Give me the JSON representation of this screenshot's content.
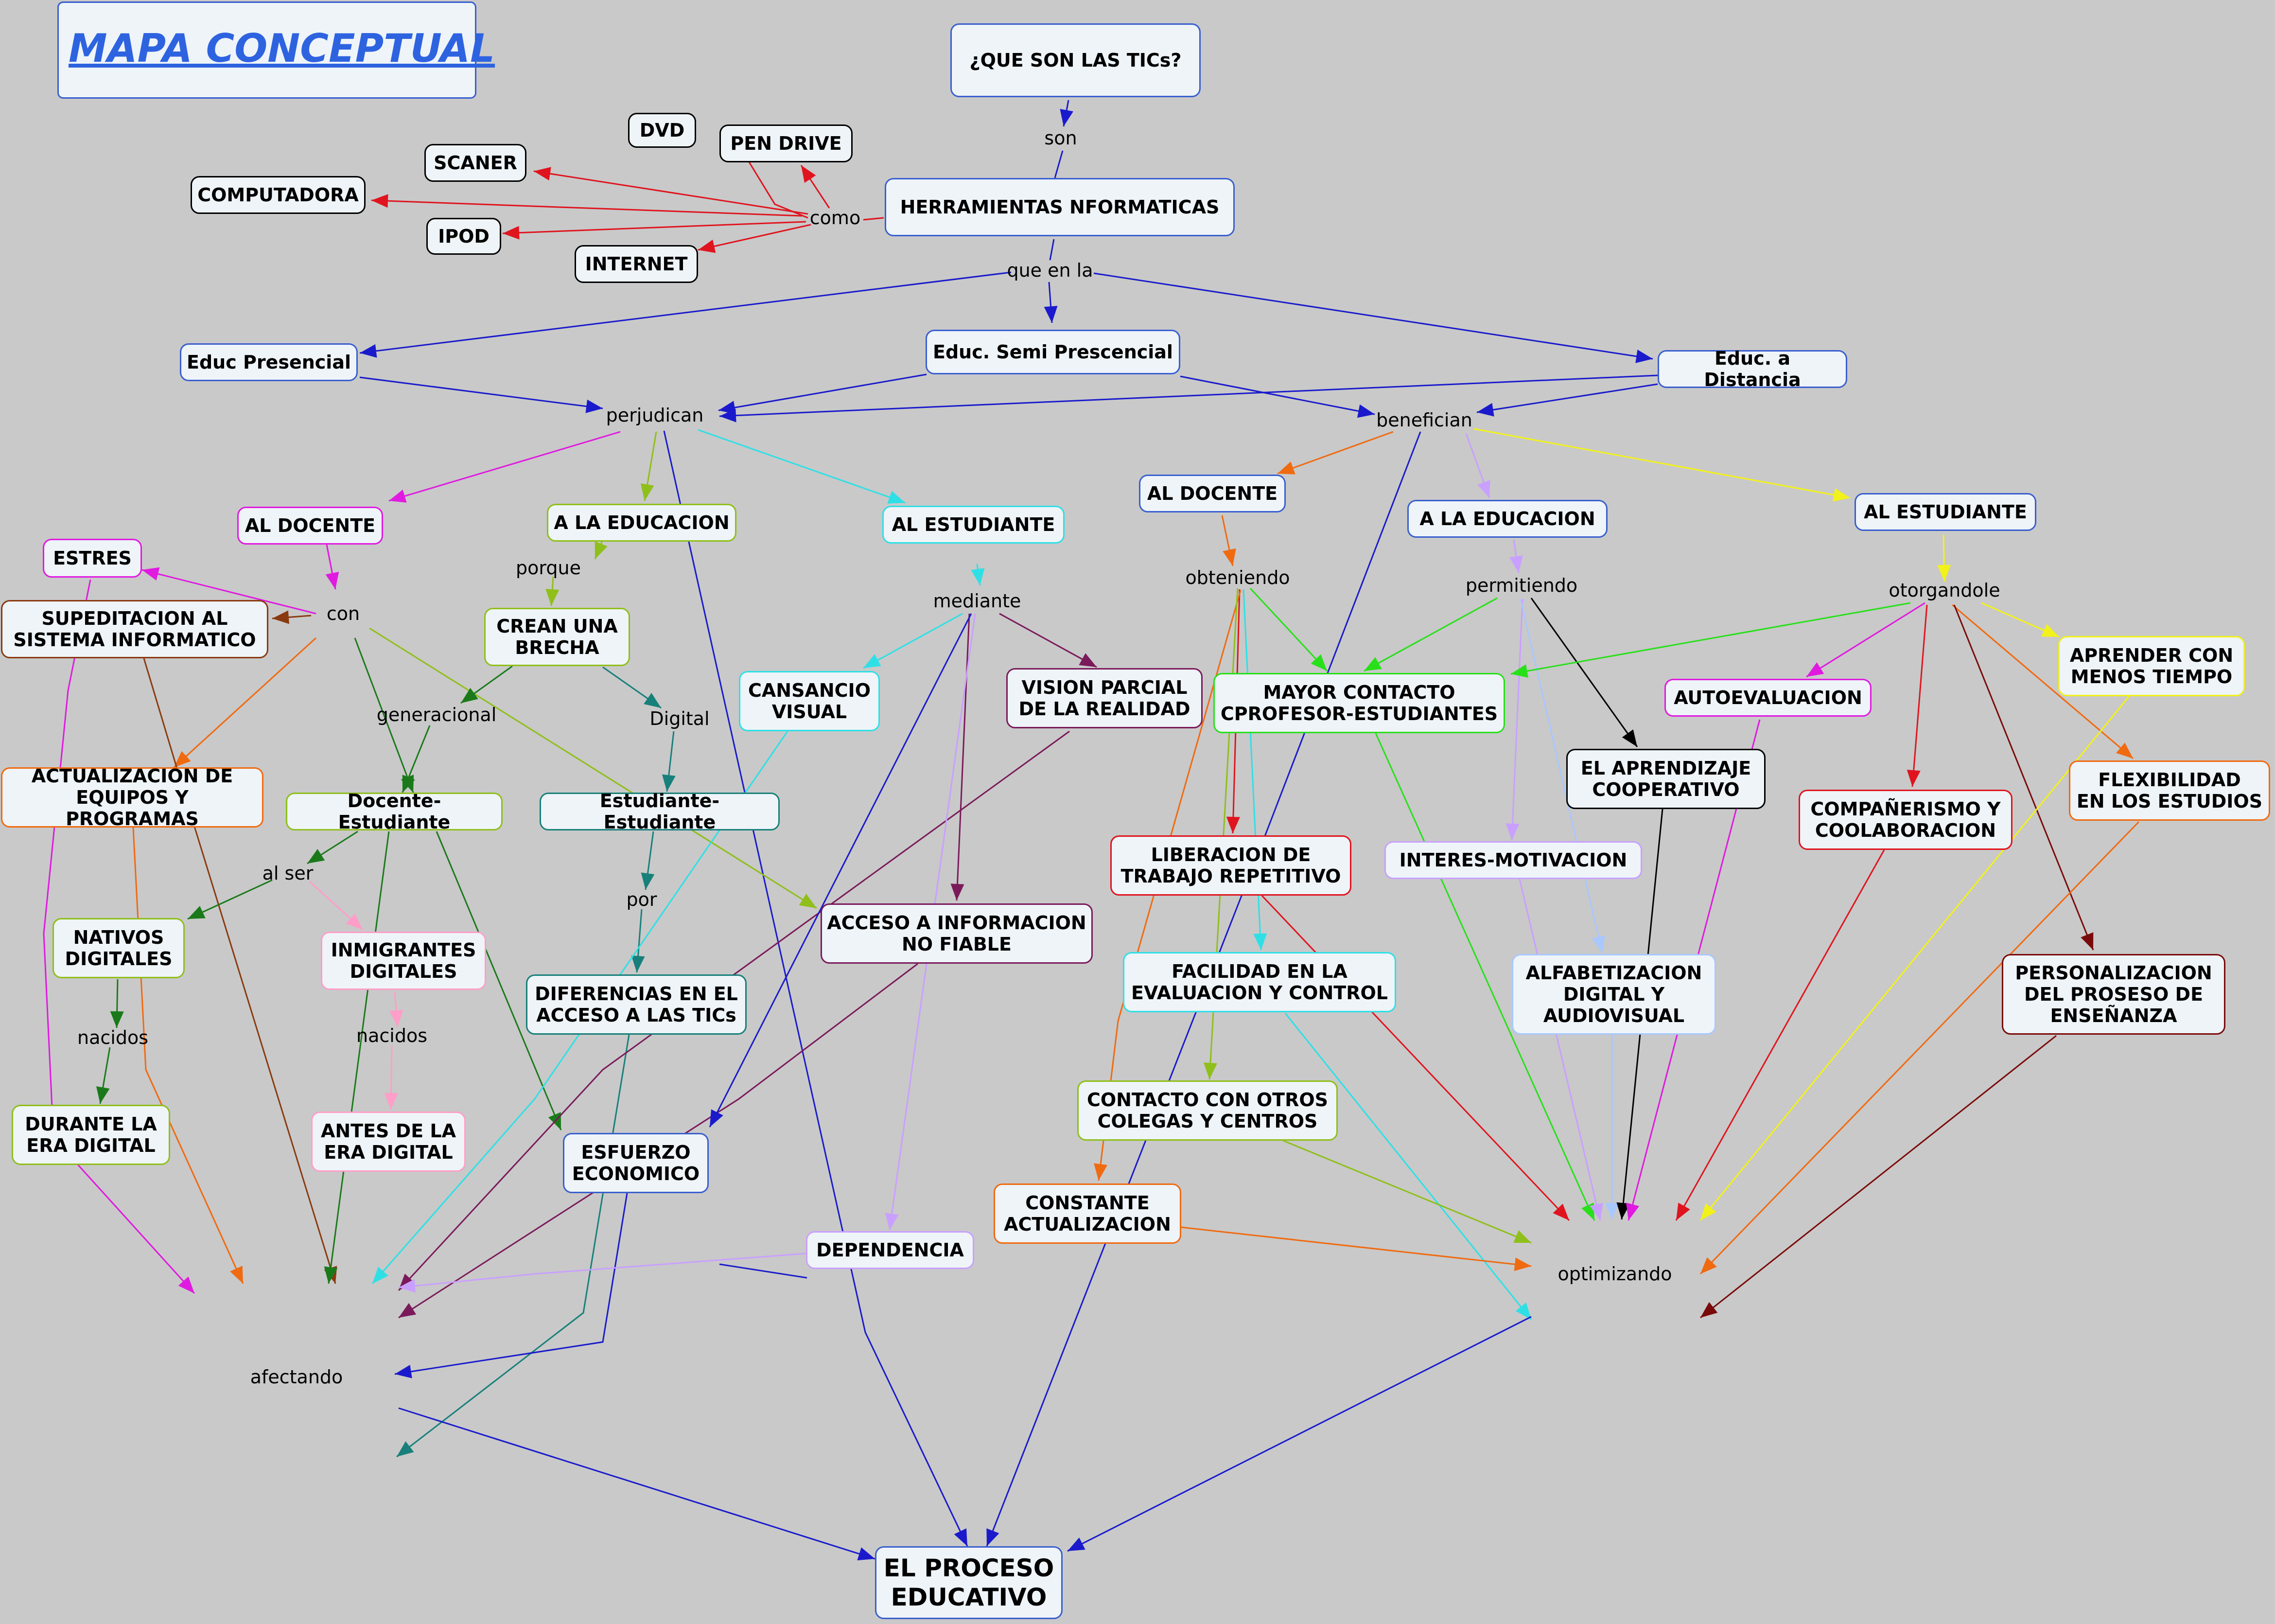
{
  "title": "MAPA CONCEPTUAL",
  "nodes": {
    "que_son": "¿QUE SON LAS TICs?",
    "herramientas": "HERRAMIENTAS NFORMATICAS",
    "dvd": "DVD",
    "pen_drive": "PEN DRIVE",
    "scaner": "SCANER",
    "computadora": "COMPUTADORA",
    "ipod": "IPOD",
    "internet": "INTERNET",
    "educ_presencial": "Educ Presencial",
    "educ_semi": "Educ. Semi Prescencial",
    "educ_distancia": "Educ. a Distancia",
    "perj_docente": "AL DOCENTE",
    "perj_educacion": "A LA EDUCACION",
    "perj_estudiante": "AL ESTUDIANTE",
    "ben_docente": "AL DOCENTE",
    "ben_educacion": "A LA EDUCACION",
    "ben_estudiante": "AL ESTUDIANTE",
    "estres": "ESTRES",
    "supeditacion": "SUPEDITACION AL\nSISTEMA INFORMATICO",
    "actualizacion_equipos": "ACTUALIZACION DE\nEQUIPOS Y PROGRAMAS",
    "crean_brecha": "CREAN UNA\nBRECHA",
    "docente_estudiante": "Docente-Estudiante",
    "estudiante_estudiante": "Estudiante-Estudiante",
    "nativos": "NATIVOS\nDIGITALES",
    "inmigrantes": "INMIGRANTES\nDIGITALES",
    "durante": "DURANTE LA\nERA DIGITAL",
    "antes": "ANTES DE LA\nERA DIGITAL",
    "diferencias": "DIFERENCIAS EN EL\nACCESO A LAS TICs",
    "esfuerzo": "ESFUERZO\nECONOMICO",
    "cansancio": "CANSANCIO\nVISUAL",
    "vision_parcial": "VISION PARCIAL\nDE LA REALIDAD",
    "acceso_info": "ACCESO A INFORMACION\nNO FIABLE",
    "dependencia": "DEPENDENCIA",
    "el_proceso": "EL PROCESO\nEDUCATIVO",
    "mayor_contacto": "MAYOR CONTACTO\nCPROFESOR-ESTUDIANTES",
    "liberacion": "LIBERACION DE\nTRABAJO REPETITIVO",
    "facilidad": "FACILIDAD EN LA\nEVALUACION Y CONTROL",
    "contacto_colegas": "CONTACTO CON OTROS\nCOLEGAS Y CENTROS",
    "constante": "CONSTANTE\nACTUALIZACION",
    "interes": "INTERES-MOTIVACION",
    "aprendizaje": "EL APRENDIZAJE\nCOOPERATIVO",
    "alfabetizacion": "ALFABETIZACION\nDIGITAL Y\nAUDIOVISUAL",
    "autoevaluacion": "AUTOEVALUACION",
    "aprender": "APRENDER CON\nMENOS TIEMPO",
    "companerismo": "COMPAÑERISMO Y\nCOOLABORACION",
    "flexibilidad": "FLEXIBILIDAD\nEN LOS ESTUDIOS",
    "personalizacion": "PERSONALIZACION\nDEL PROSESO DE\nENSEÑANZA"
  },
  "links": {
    "son": "son",
    "como": "como",
    "que_en_la": "que en la",
    "perjudican": "perjudican",
    "benefician": "benefician",
    "con": "con",
    "porque": "porque",
    "mediante": "mediante",
    "generacional": "generacional",
    "digital": "Digital",
    "al_ser": "al ser",
    "nacidos_1": "nacidos",
    "nacidos_2": "nacidos",
    "por": "por",
    "afectando": "afectando",
    "obteniendo": "obteniendo",
    "permitiendo": "permitiendo",
    "otorgandole": "otorgandole",
    "optimizando": "optimizando"
  },
  "colors": {
    "background": "#c9c9c9",
    "node_fill": "#eef4f8",
    "blue": "#1a1acc",
    "red": "#e0141e",
    "magenta": "#e01ae0",
    "orange": "#f06a10",
    "olive": "#8fbf1a",
    "cyan": "#2ee0e6",
    "green": "#28e01a",
    "yellow": "#f2f21a",
    "violet": "#c9a0ff",
    "teal": "#18807a",
    "darkgreen": "#1a7a1a",
    "purple": "#7a1a5a",
    "brown": "#8a3a10",
    "darkred": "#7a0a0a",
    "pink": "#ff9ec8",
    "lightblue": "#a8c8ff"
  }
}
